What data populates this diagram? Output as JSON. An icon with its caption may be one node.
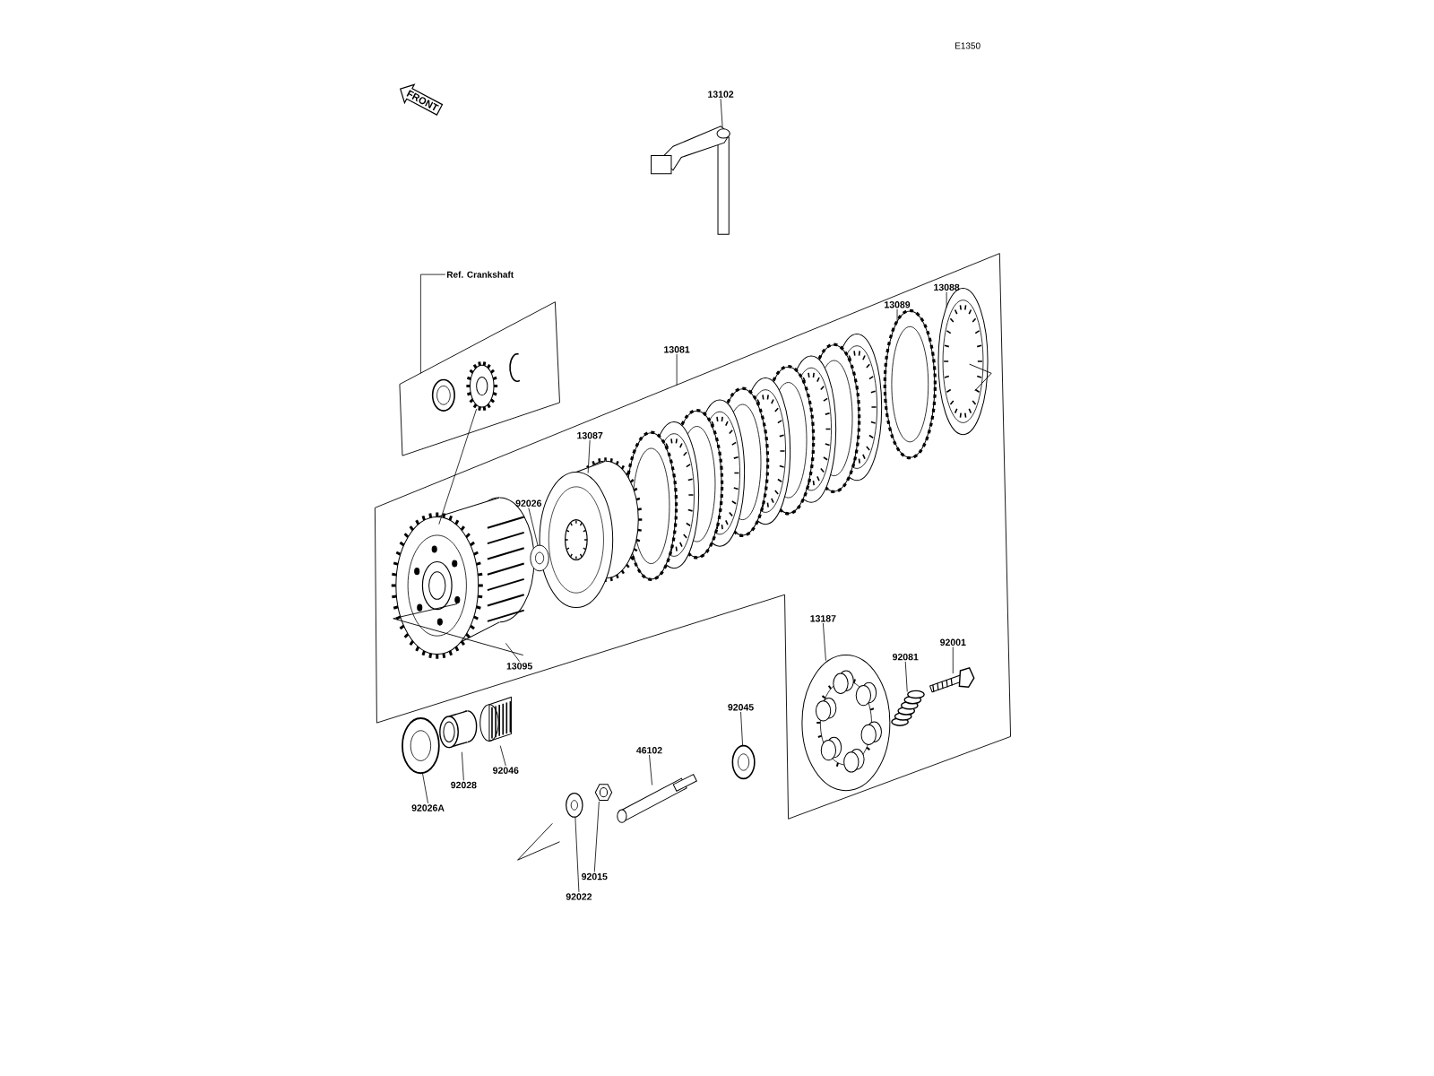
{
  "diagram": {
    "nodes": [
      {
        "text": [
          "FRONT"
        ]
      },
      {
        "text": [
          "13102"
        ]
      },
      {
        "text": [],
        "shape": "picture"
      },
      {
        "text": [
          "Ref. Crankshaft"
        ]
      },
      {
        "text": [],
        "shape": "box"
      },
      {
        "text": [],
        "shape": "picture",
        "in": 4
      },
      {
        "text": [],
        "shape": "picture",
        "in": 4
      },
      {
        "text": [],
        "shape": "picture",
        "in": 4
      },
      {
        "text": [
          "13081"
        ]
      },
      {
        "text": [],
        "shape": "box"
      },
      {
        "text": [
          "13089"
        ],
        "in": 9
      },
      {
        "text": [
          "13088"
        ],
        "in": 9
      },
      {
        "text": [],
        "shape": "picture",
        "in": 9
      },
      {
        "text": [],
        "shape": "picture",
        "in": 9
      },
      {
        "text": [
          "13087"
        ],
        "in": 9
      },
      {
        "text": [],
        "shape": "picture",
        "in": 9
      },
      {
        "text": [
          "92026"
        ],
        "in": 9
      },
      {
        "text": [],
        "shape": "picture",
        "in": 9
      },
      {
        "text": [],
        "shape": "picture",
        "in": 9
      },
      {
        "text": [
          "13095"
        ],
        "in": 9
      },
      {
        "text": [
          "13187"
        ],
        "in": 9
      },
      {
        "text": [],
        "shape": "picture",
        "in": 9
      },
      {
        "text": [
          "92081"
        ],
        "in": 9
      },
      {
        "text": [],
        "shape": "picture",
        "in": 9
      },
      {
        "text": [
          "92001"
        ],
        "in": 9
      },
      {
        "text": [],
        "shape": "picture",
        "in": 9
      },
      {
        "text": [
          "92045"
        ]
      },
      {
        "text": [],
        "shape": "picture"
      },
      {
        "text": [
          "46102"
        ]
      },
      {
        "text": [],
        "shape": "picture"
      },
      {
        "text": [
          "92026A"
        ]
      },
      {
        "text": [],
        "shape": "picture"
      },
      {
        "text": [
          "92028"
        ]
      },
      {
        "text": [],
        "shape": "picture"
      },
      {
        "text": [
          "92046"
        ]
      },
      {
        "text": [],
        "shape": "picture"
      },
      {
        "text": [
          "92015"
        ]
      },
      {
        "text": [],
        "shape": "picture"
      },
      {
        "text": [
          "92022"
        ]
      },
      {
        "text": [],
        "shape": "picture"
      }
    ],
    "edges": [
      {
        "from": 1,
        "to": 2,
        "arrow": "none"
      },
      {
        "from": 3,
        "to": 4,
        "arrow": "none"
      },
      {
        "from": 8,
        "to": 9,
        "arrow": "none"
      },
      {
        "from": 10,
        "to": 12,
        "arrow": "none"
      },
      {
        "from": 11,
        "to": 13,
        "arrow": "none"
      },
      {
        "from": 14,
        "to": 15,
        "arrow": "none"
      },
      {
        "from": 16,
        "to": 17,
        "arrow": "none"
      },
      {
        "from": 19,
        "to": 18,
        "arrow": "none"
      },
      {
        "from": 6,
        "to": 18,
        "arrow": "none"
      },
      {
        "from": 20,
        "to": 21,
        "arrow": "none"
      },
      {
        "from": 22,
        "to": 23,
        "arrow": "none"
      },
      {
        "from": 24,
        "to": 25,
        "arrow": "none"
      },
      {
        "from": 26,
        "to": 27,
        "arrow": "none"
      },
      {
        "from": 28,
        "to": 29,
        "arrow": "none"
      },
      {
        "from": 30,
        "to": 31,
        "arrow": "none"
      },
      {
        "from": 32,
        "to": 33,
        "arrow": "none"
      },
      {
        "from": 34,
        "to": 35,
        "arrow": "none"
      },
      {
        "from": 36,
        "to": 37,
        "arrow": "none"
      },
      {
        "from": 38,
        "to": 39,
        "arrow": "none"
      }
    ],
    "labels": [
      "E1350"
    ]
  }
}
